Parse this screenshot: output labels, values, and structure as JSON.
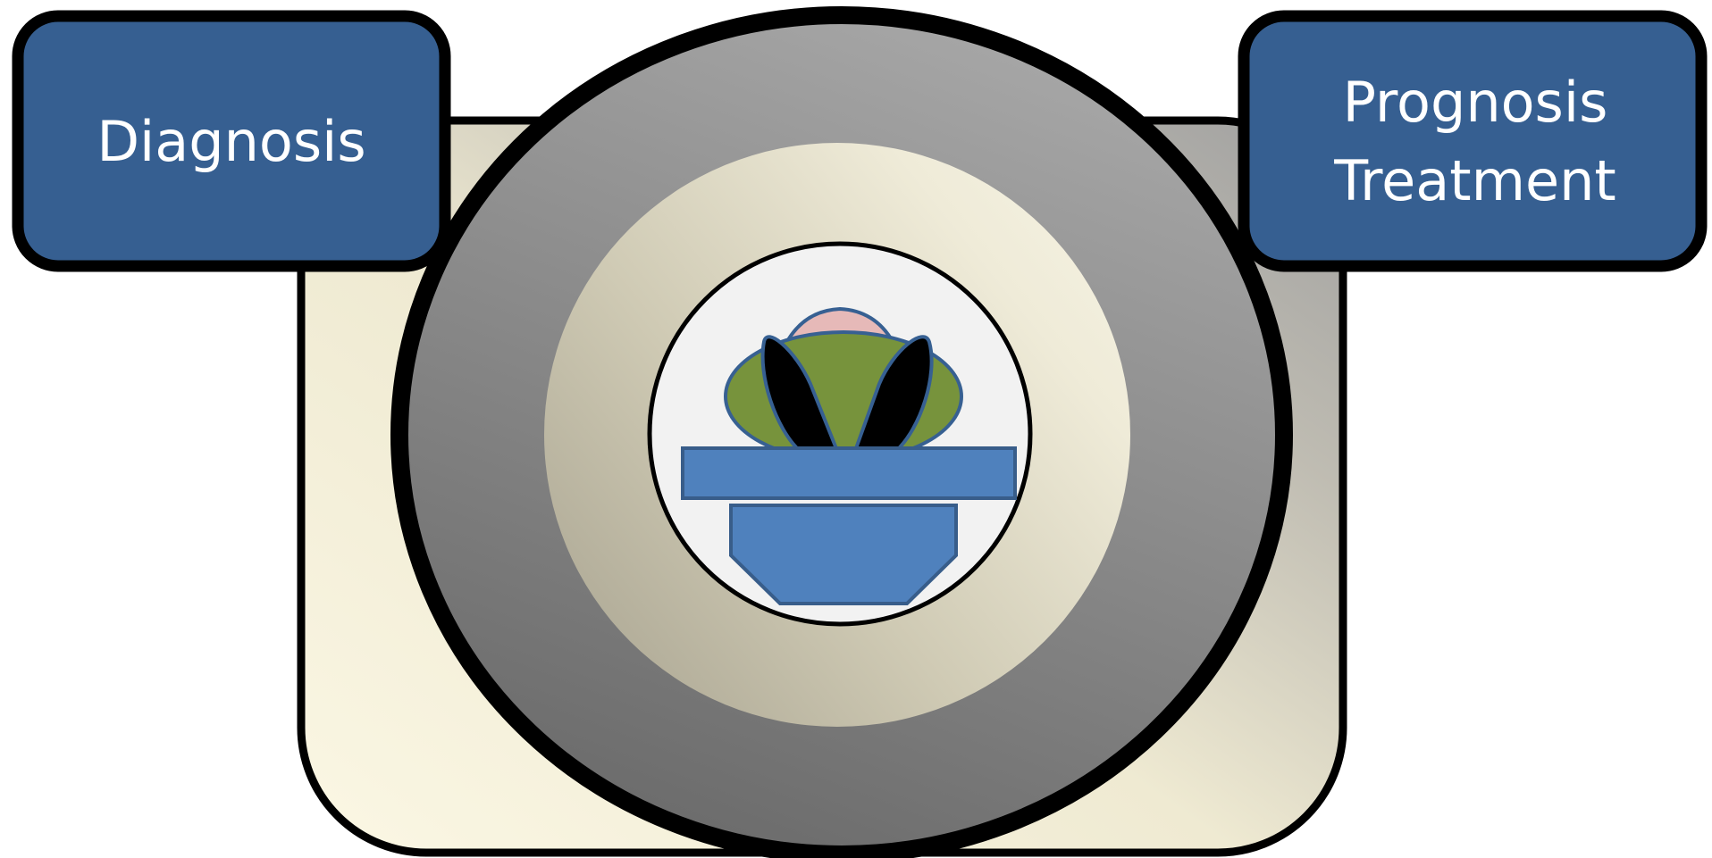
{
  "diagram": {
    "left_box": {
      "label": "Diagnosis"
    },
    "right_box": {
      "line1": "Prognosis",
      "line2": "Treatment"
    },
    "colors": {
      "box_fill": "#365f91",
      "box_stroke": "#000000",
      "outline": "#000000",
      "body_light": "#f6f2dc",
      "body_dark": "#a6a6a6",
      "lens_outer_light": "#a6a6a6",
      "lens_outer_dark": "#6e6e6e",
      "lens_inner_light": "#f2efdc",
      "lens_inner_dark": "#b0ab98",
      "center_bg": "#f2f2f2",
      "figure_head": "#e6b9b8",
      "figure_body": "#77933c",
      "figure_arms": "#000000",
      "figure_outline": "#376092",
      "bed_fill": "#4f81bd",
      "bed_stroke": "#385d8a"
    }
  }
}
